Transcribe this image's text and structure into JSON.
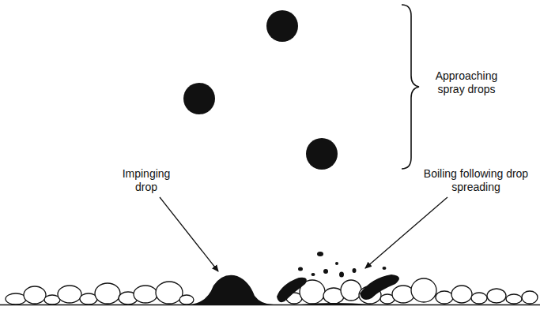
{
  "diagram": {
    "labels": [
      "Approaching spray drops",
      "Impinging drop",
      "Boiling following drop spreading"
    ]
  }
}
